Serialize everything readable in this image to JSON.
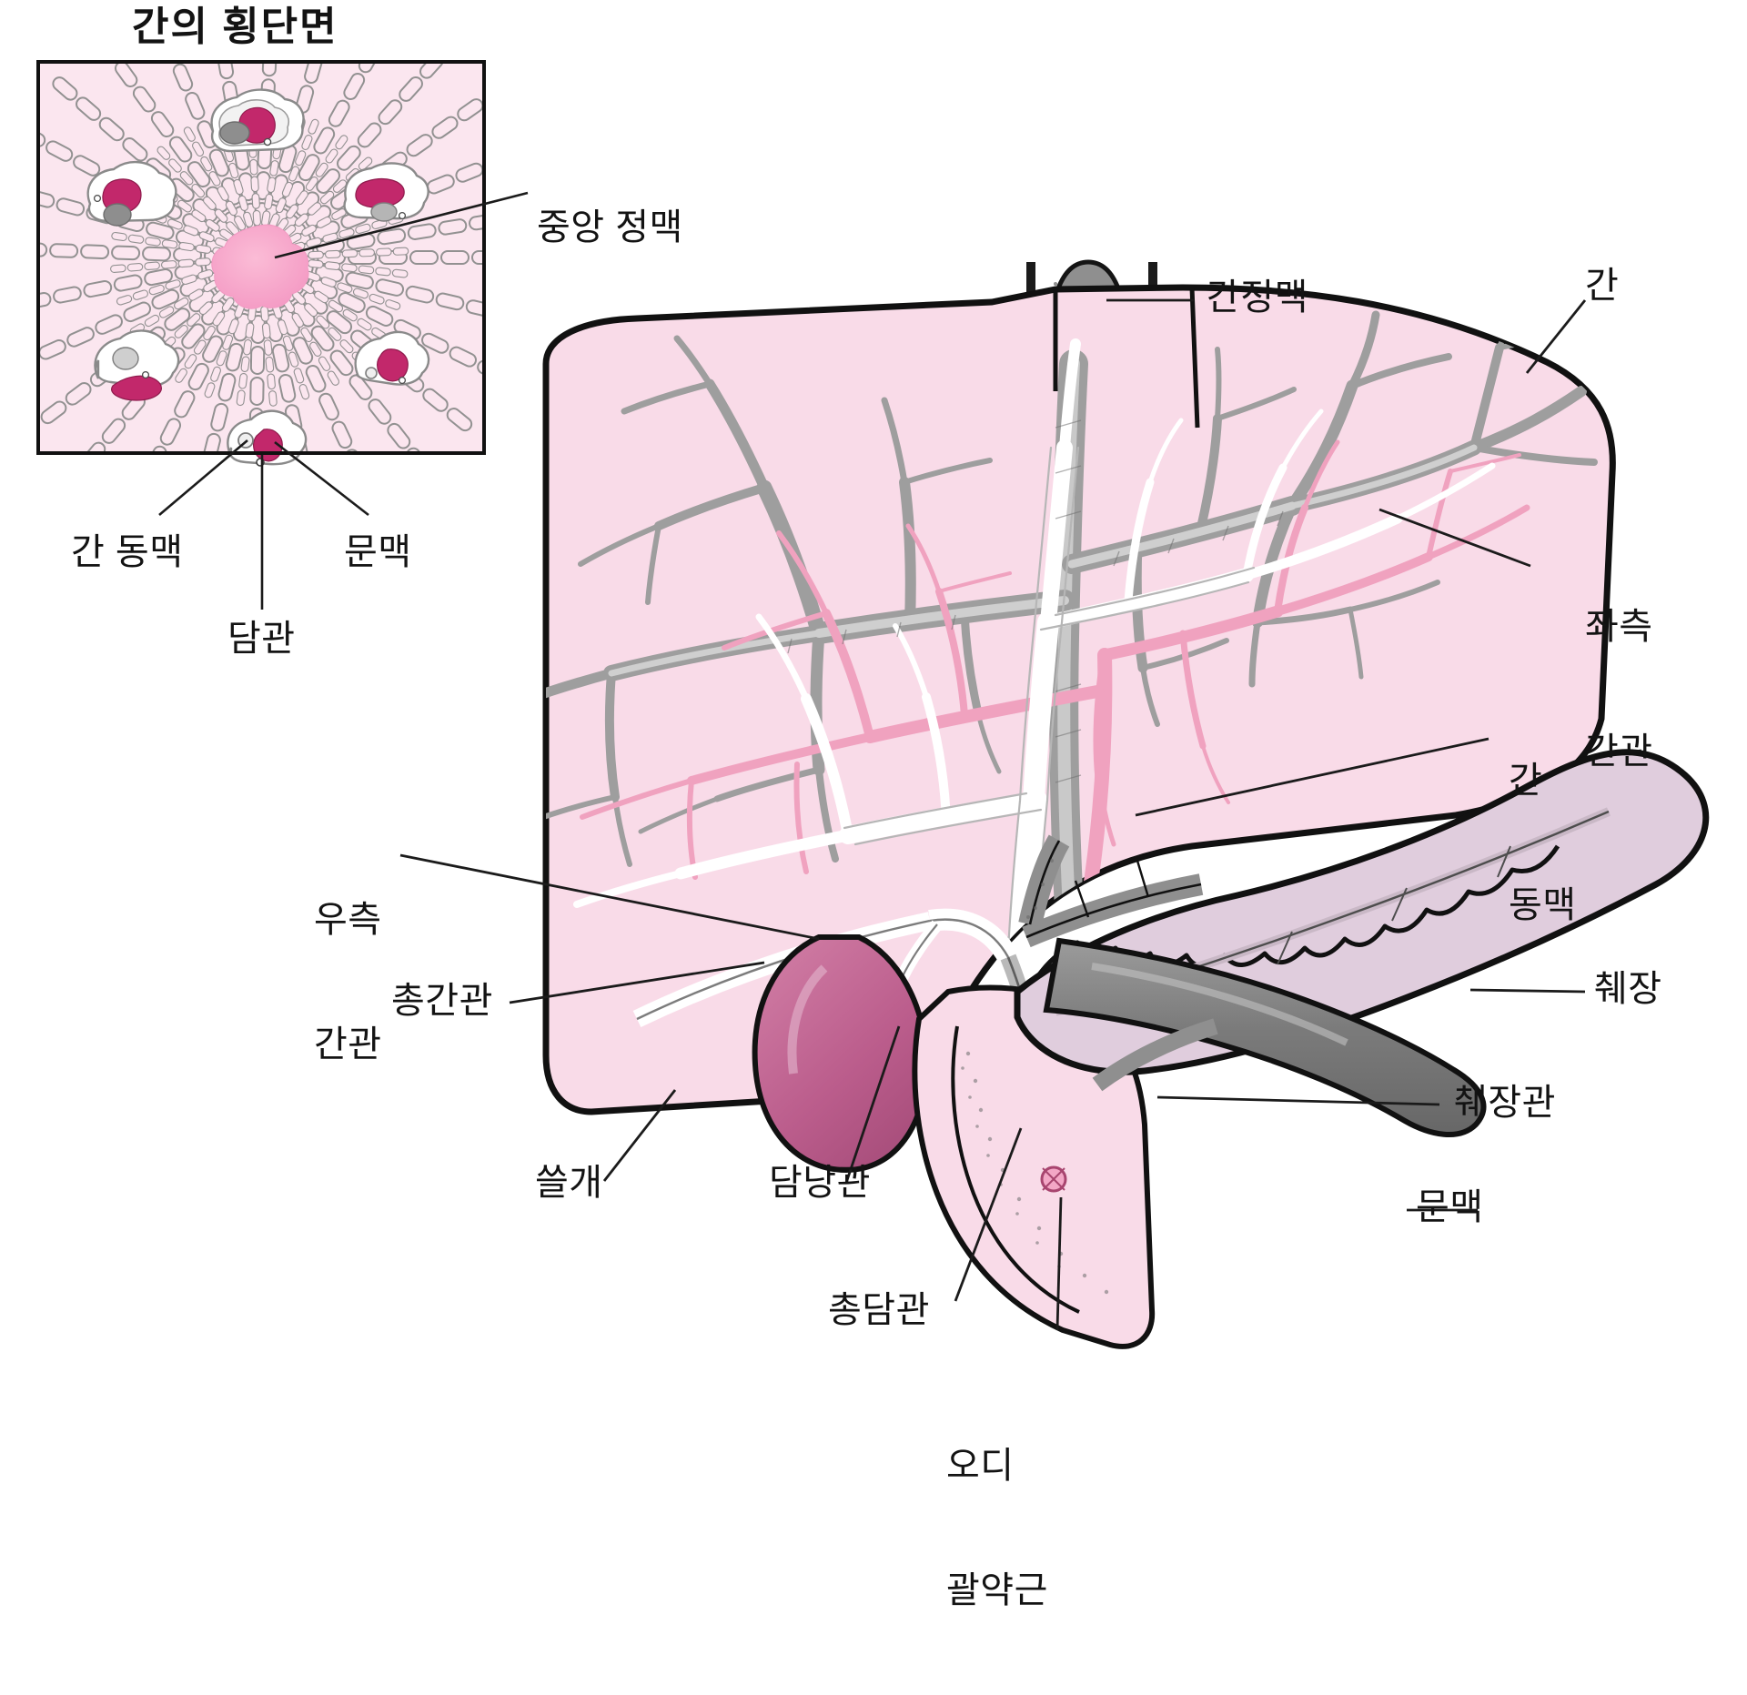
{
  "figure": {
    "title": "간의 횡단면",
    "subject": "간, 담낭, 췌장 및 담도계 해부 도해",
    "background_color": "#ffffff"
  },
  "colors": {
    "liver_fill": "#f9dbe8",
    "liver_outline": "#111111",
    "vessel_gray": "#9a9a9a",
    "vessel_gray_dark": "#6f6f6f",
    "artery_pink": "#f2a0bd",
    "gallbladder": "#c0638f",
    "pancreas_fill": "#e0cddd",
    "central_vein": "#f6a8c8",
    "portal_triad_red": "#c2286b",
    "inset_bg": "#fbe6ef",
    "text": "#131313"
  },
  "inset": {
    "title": "간의 횡단면",
    "central_vein_label": "중앙 정맥",
    "labels": [
      {
        "id": "hepatic-artery",
        "text": "간 동맥"
      },
      {
        "id": "portal-vein",
        "text": "문맥"
      },
      {
        "id": "bile-duct",
        "text": "담관"
      }
    ],
    "portal_triads": 6,
    "sinusoid_rays": 28
  },
  "main_labels": [
    {
      "id": "hepatic-vein",
      "text": "간정맥",
      "lines": [
        "간정맥"
      ]
    },
    {
      "id": "liver",
      "text": "간",
      "lines": [
        "간"
      ]
    },
    {
      "id": "left-hepatic-duct",
      "text": "좌측 간관",
      "lines": [
        "좌측",
        "간관"
      ]
    },
    {
      "id": "hepatic-artery",
      "text": "간 동맥",
      "lines": [
        "간",
        "동맥"
      ]
    },
    {
      "id": "pancreas",
      "text": "췌장",
      "lines": [
        "췌장"
      ]
    },
    {
      "id": "pancreatic-duct",
      "text": "췌장관",
      "lines": [
        "췌장관"
      ]
    },
    {
      "id": "portal-vein",
      "text": "문맥",
      "lines": [
        "문맥"
      ]
    },
    {
      "id": "right-hepatic-duct",
      "text": "우측 간관",
      "lines": [
        "우측",
        "간관"
      ]
    },
    {
      "id": "common-hepatic-duct",
      "text": "총간관",
      "lines": [
        "총간관"
      ]
    },
    {
      "id": "gallbladder",
      "text": "쓸개",
      "lines": [
        "쓸개"
      ]
    },
    {
      "id": "cystic-duct",
      "text": "담낭관",
      "lines": [
        "담낭관"
      ]
    },
    {
      "id": "common-bile-duct",
      "text": "총담관",
      "lines": [
        "총담관"
      ]
    },
    {
      "id": "sphincter-of-oddi",
      "text": "오디 괄약근",
      "lines": [
        "오디",
        "괄약근"
      ]
    }
  ],
  "label_text": {
    "inset_title": "간의 횡단면",
    "central_vein": "중앙 정맥",
    "inset_hepatic_artery": "간 동맥",
    "inset_portal_vein": "문맥",
    "inset_bile_duct": "담관",
    "hepatic_vein": "간정맥",
    "liver": "간",
    "left_hepatic_duct_l1": "좌측",
    "left_hepatic_duct_l2": "간관",
    "hepatic_artery_l1": "간",
    "hepatic_artery_l2": "동맥",
    "pancreas": "췌장",
    "pancreatic_duct": "췌장관",
    "portal_vein": "문맥",
    "right_hepatic_duct_l1": "우측",
    "right_hepatic_duct_l2": "간관",
    "common_hepatic_duct": "총간관",
    "gallbladder": "쓸개",
    "cystic_duct": "담낭관",
    "common_bile_duct": "총담관",
    "sphincter_l1": "오디",
    "sphincter_l2": "괄약근"
  }
}
